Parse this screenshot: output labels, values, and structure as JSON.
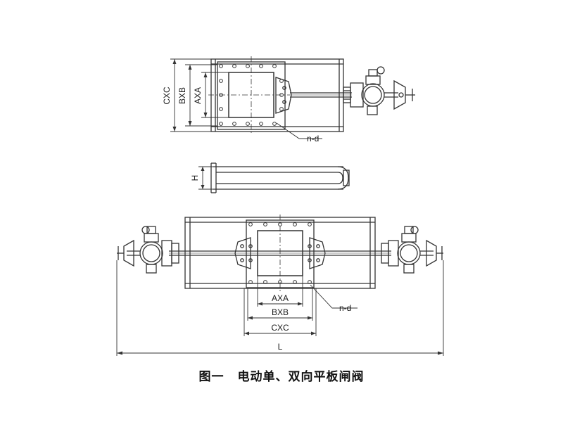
{
  "labels": {
    "cxc_v": "CXC",
    "bxb_v": "BXB",
    "axa_v": "AXA",
    "nd_top": "n-d",
    "h": "H",
    "axa_h": "AXA",
    "bxb_h": "BXB",
    "cxc_h": "CXC",
    "nd_bottom": "n-d",
    "l": "L"
  },
  "caption": {
    "number": "图一",
    "title": "电动单、双向平板闸阀"
  },
  "colors": {
    "line": "#333333",
    "background": "#ffffff"
  }
}
